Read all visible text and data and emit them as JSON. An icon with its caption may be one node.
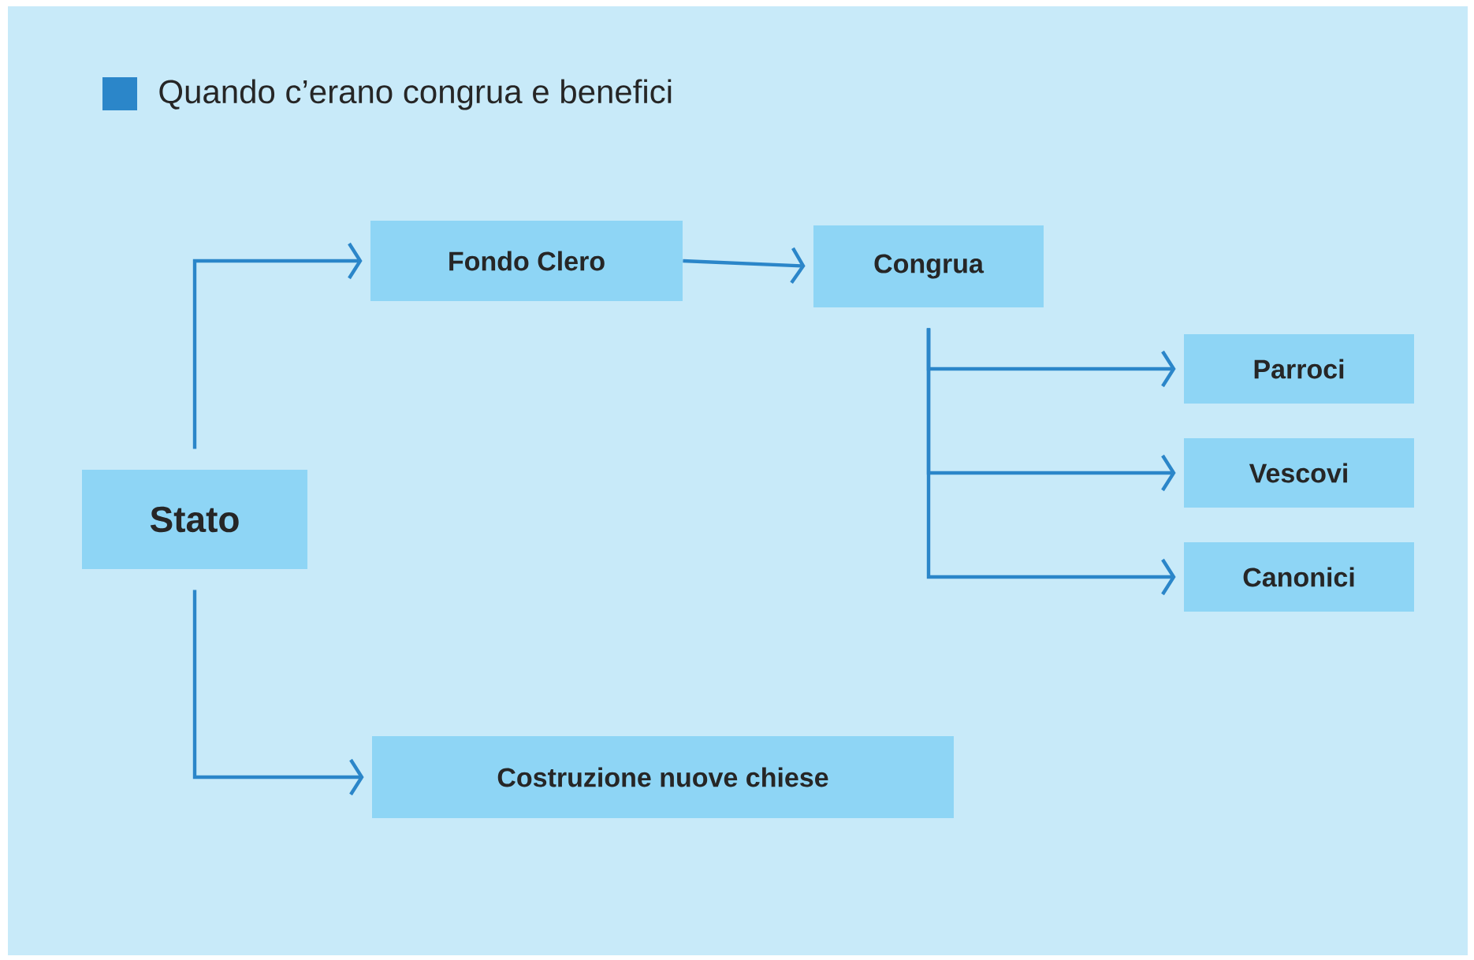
{
  "diagram": {
    "title": "Quando c’erano congrua e benefici",
    "nodes": [
      {
        "text": [
          "Stato"
        ]
      },
      {
        "text": [
          "Fondo Clero"
        ]
      },
      {
        "text": [
          "Congrua"
        ]
      },
      {
        "text": [
          "Parroci"
        ]
      },
      {
        "text": [
          "Vescovi"
        ]
      },
      {
        "text": [
          "Canonici"
        ]
      },
      {
        "text": [
          "Costruzione nuove chiese"
        ]
      }
    ],
    "edges": [
      {
        "from": 0,
        "to": 1,
        "arrow": "to"
      },
      {
        "from": 1,
        "to": 2,
        "arrow": "to"
      },
      {
        "from": 2,
        "to": 3,
        "arrow": "to"
      },
      {
        "from": 2,
        "to": 4,
        "arrow": "to"
      },
      {
        "from": 2,
        "to": 5,
        "arrow": "to"
      },
      {
        "from": 0,
        "to": 6,
        "arrow": "to"
      }
    ]
  }
}
